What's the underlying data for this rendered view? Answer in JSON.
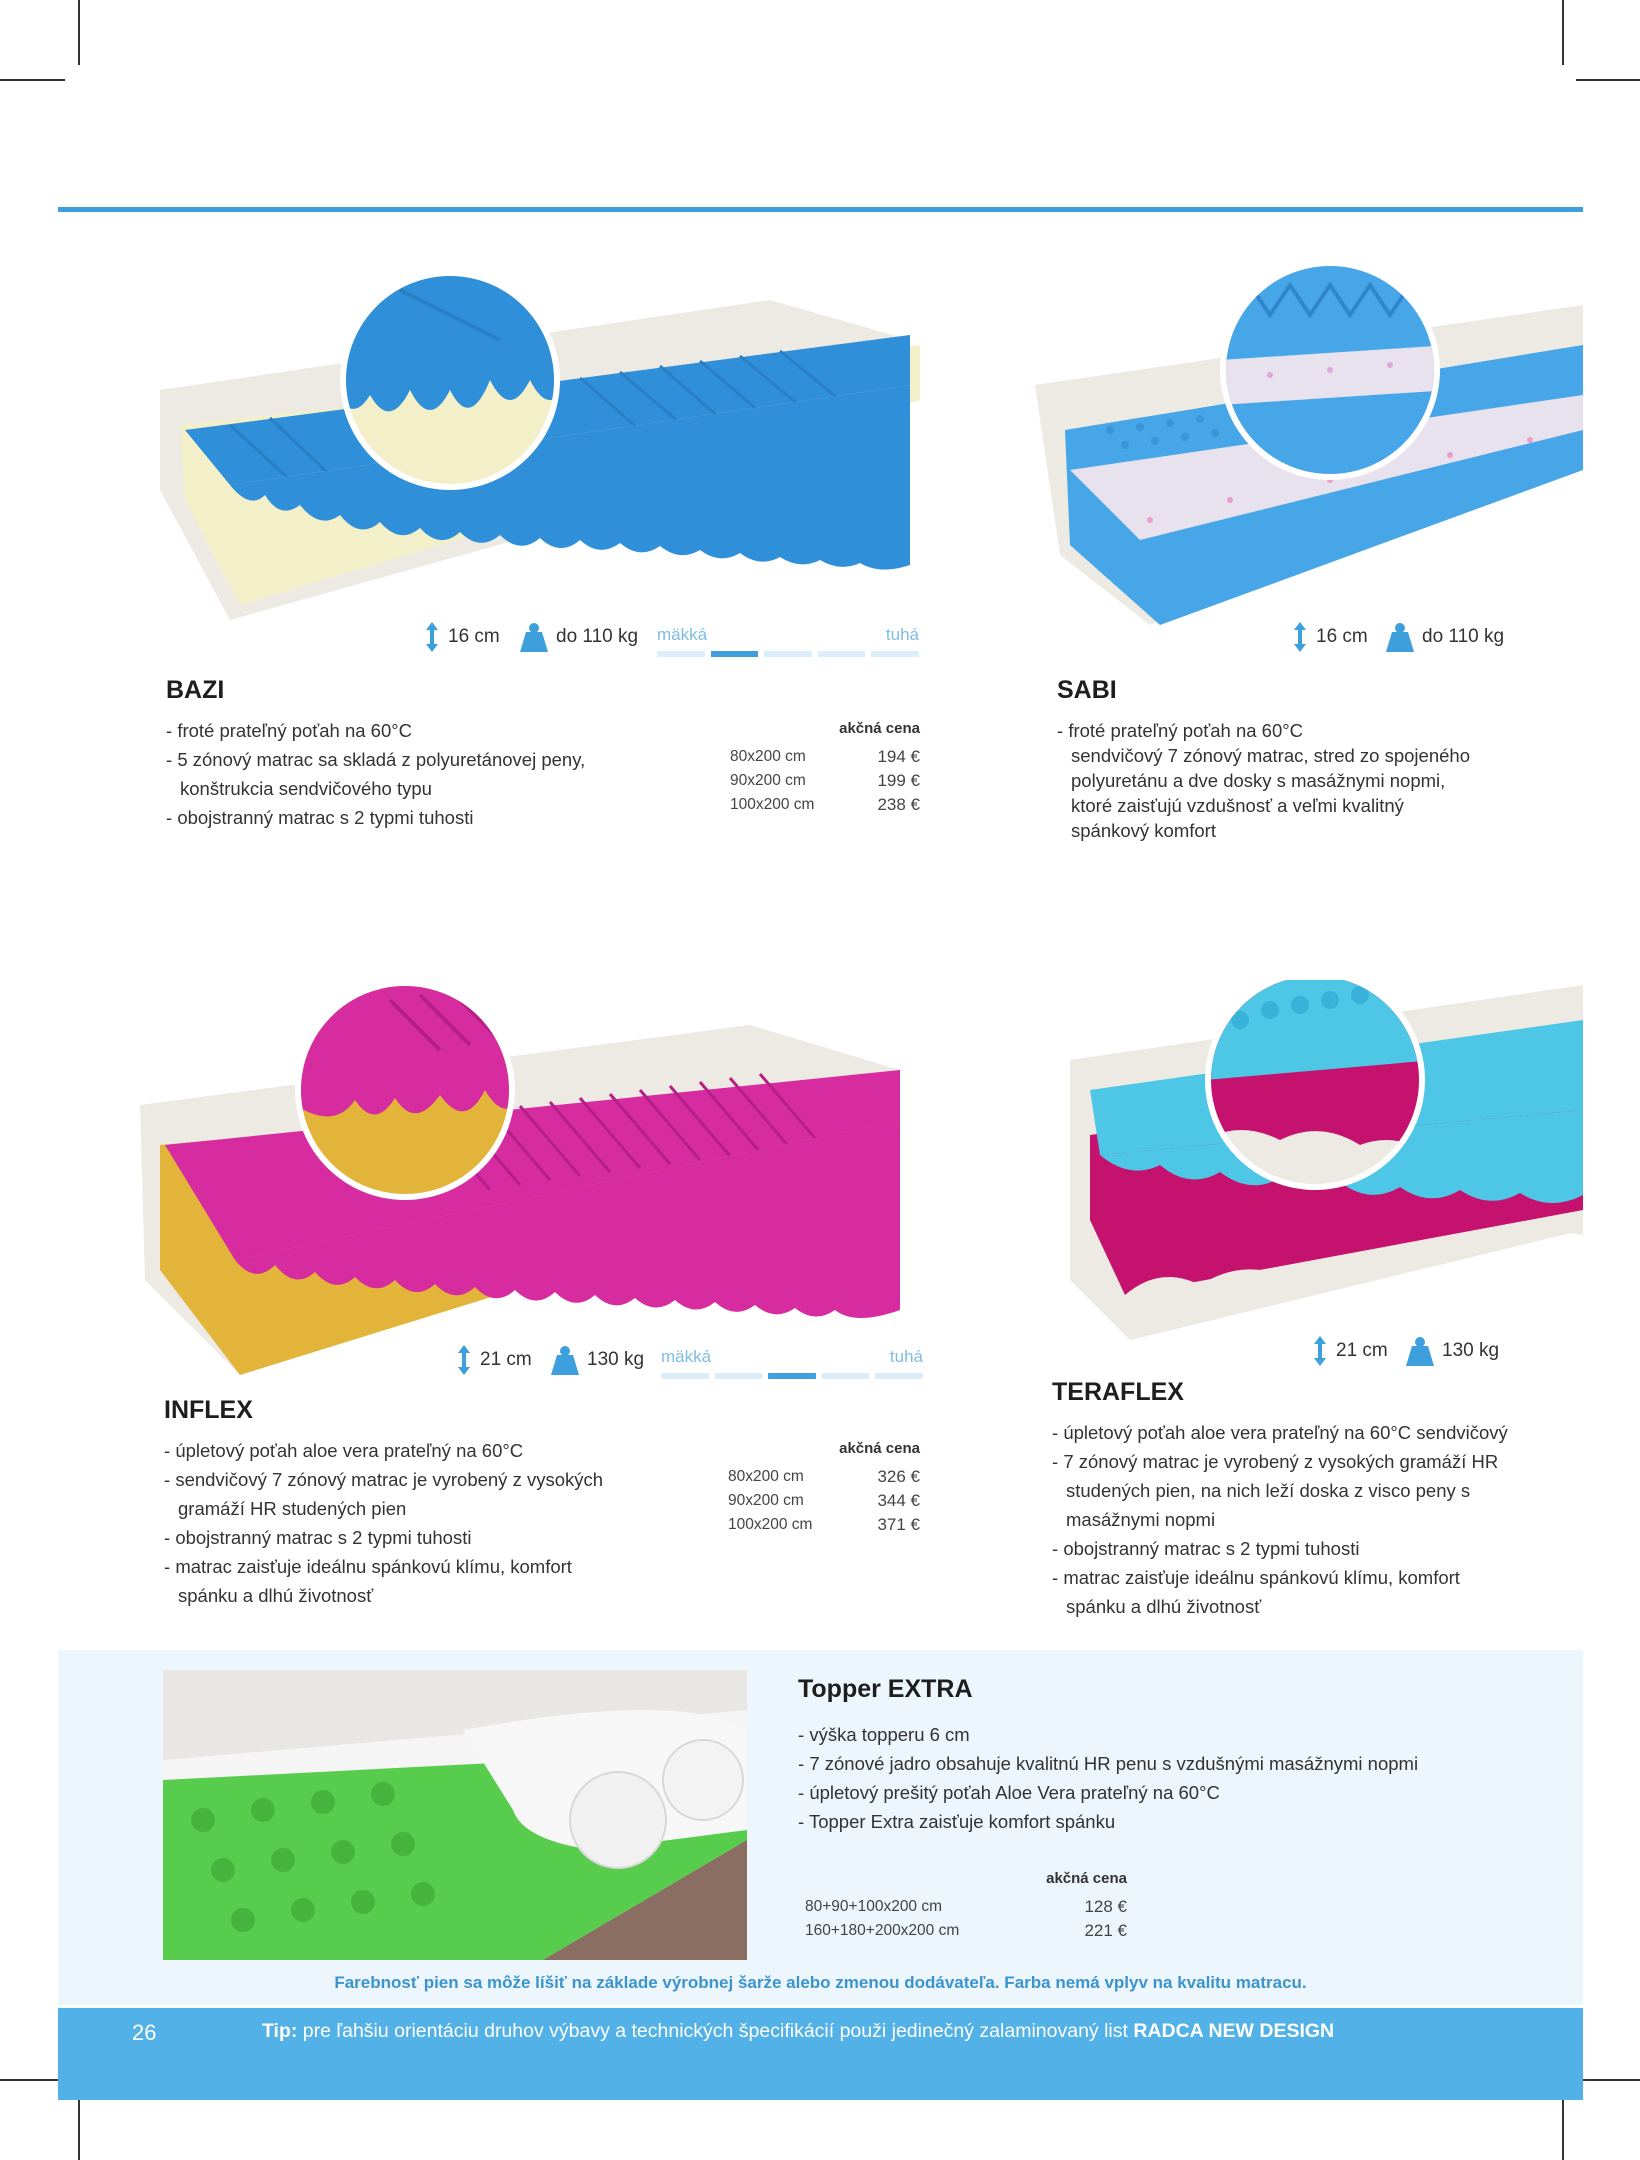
{
  "colors": {
    "accent": "#3d9fdb",
    "bar": "#52b1e6",
    "light_bg": "#ecf6fc"
  },
  "scale": {
    "soft": "mäkká",
    "hard": "tuhá"
  },
  "price_header": "akčná cena",
  "products": {
    "bazi": {
      "name": "BAZI",
      "height": "16 cm",
      "weight": "do 110 kg",
      "firmness": 2,
      "features": [
        "froté prateľný poťah na 60°C",
        "5 zónový matrac sa skladá z polyuretánovej peny,\nkonštrukcia sendvičového typu",
        "obojstranný matrac s 2 typmi tuhosti"
      ],
      "sizes": [
        "80x200 cm",
        "90x200 cm",
        "100x200 cm"
      ],
      "prices": [
        "194 €",
        "199 €",
        "238 €"
      ]
    },
    "sabi": {
      "name": "SABI",
      "height": "16 cm",
      "weight": "do 110 kg",
      "features": [
        "froté prateľný poťah na 60°C\nsendvičový 7 zónový matrac, stred zo spojeného\npolyuretánu a dve dosky s masážnymi nopmi,\nktoré zaisťujú vzdušnosť a veľmi kvalitný\nspánkový komfort"
      ]
    },
    "inflex": {
      "name": "INFLEX",
      "height": "21 cm",
      "weight": "130 kg",
      "firmness": 3,
      "features": [
        "úpletový poťah aloe vera prateľný na 60°C",
        "sendvičový 7 zónový matrac je vyrobený z vysokých\ngramáží HR studených pien",
        "obojstranný matrac s 2 typmi tuhosti",
        "matrac zaisťuje ideálnu spánkovú klímu, komfort\nspánku a dlhú životnosť"
      ],
      "sizes": [
        "80x200 cm",
        "90x200 cm",
        "100x200 cm"
      ],
      "prices": [
        "326 €",
        "344 €",
        "371 €"
      ]
    },
    "teraflex": {
      "name": "TERAFLEX",
      "height": "21 cm",
      "weight": "130 kg",
      "features": [
        "úpletový poťah aloe vera prateľný na 60°C sendvičový",
        "7 zónový matrac je vyrobený z vysokých gramáží HR\nstudených pien, na nich leží doska z visco peny s\nmasážnymi nopmi",
        "obojstranný matrac s 2 typmi tuhosti",
        "matrac zaisťuje ideálnu spánkovú klímu, komfort\nspánku a dlhú životnosť"
      ]
    },
    "topper": {
      "name": "Topper EXTRA",
      "features": [
        "výška topperu 6 cm",
        "7 zónové jadro obsahuje kvalitnú HR penu s vzdušnými masážnymi nopmi",
        "úpletový prešitý poťah Aloe Vera prateľný na 60°C",
        "Topper Extra zaisťuje komfort spánku"
      ],
      "sizes": [
        "80+90+100x200 cm",
        "160+180+200x200 cm"
      ],
      "prices": [
        "128 €",
        "221 €"
      ]
    }
  },
  "note": "Farebnosť pien sa môže líšiť na základe výrobnej šarže alebo zmenou dodávateľa. Farba nemá vplyv na kvalitu matracu.",
  "footer": {
    "page": "26",
    "tip_label": "Tip:",
    "tip_text": " pre ľahšiu orientáciu druhov výbavy a technických špecifikácií použi jedinečný zalaminovaný list ",
    "tip_brand": "RADCA NEW DESIGN"
  }
}
